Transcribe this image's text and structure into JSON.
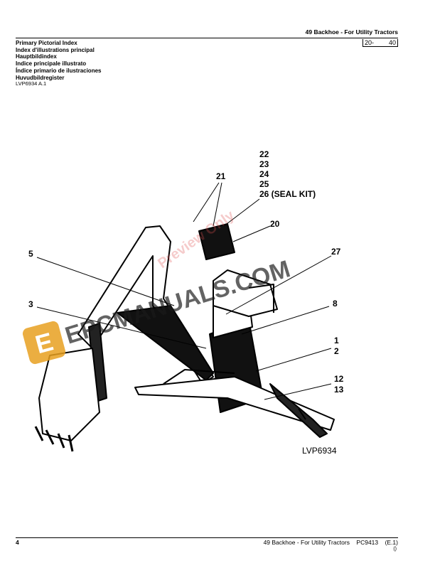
{
  "header": {
    "title": "49 Backhoe - For Utility Tractors",
    "page_section": "20-",
    "page_number": "40"
  },
  "index_titles": [
    "Primary Pictorial Index",
    "Index d'illustrations principal",
    "Hauptbildindex",
    "Indice principale illustrato",
    "Índice primario de ilustraciones",
    "Huvudbildregister"
  ],
  "reference": "LVP6934 A.1",
  "figure": {
    "callouts": {
      "c22": "22",
      "c23": "23",
      "c24": "24",
      "c25": "25",
      "c26": "26 (SEAL KIT)",
      "c21": "21",
      "c20": "20",
      "c5": "5",
      "c27": "27",
      "c3": "3",
      "c8": "8",
      "c1": "1",
      "c2": "2",
      "c12": "12",
      "c13": "13"
    },
    "figure_id": "LVP6934"
  },
  "watermark": {
    "text": "EPCMANUALS.COM",
    "preview": "Preview Only",
    "logo_letter": "E",
    "colors": {
      "orange": "#e8a020",
      "text": "#1a1a1a",
      "preview": "#e05050"
    }
  },
  "footer": {
    "page": "4",
    "text": "49 Backhoe - For Utility Tractors    PC9413    (E.1)",
    "small": "()"
  }
}
